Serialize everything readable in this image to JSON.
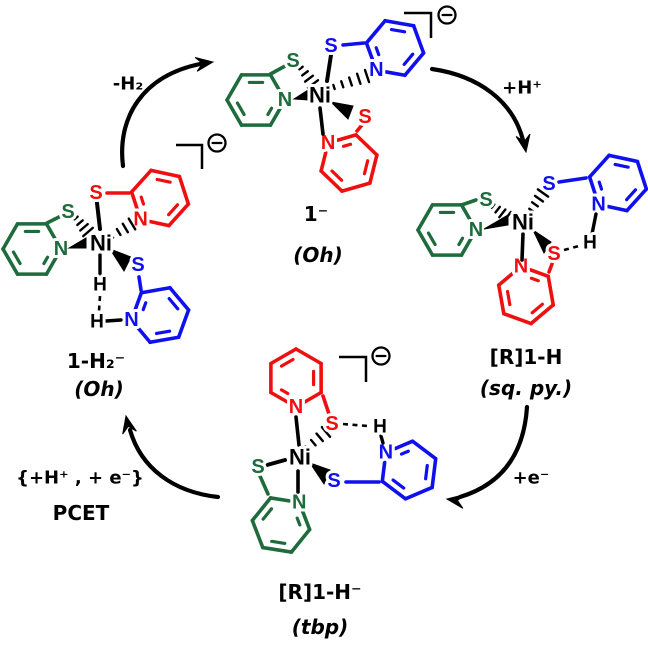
{
  "diagram_type": "catalytic-cycle",
  "colors": {
    "green": "#1E6B3C",
    "blue": "#1010EE",
    "red": "#EE1010",
    "black": "#000000",
    "background": "#FFFFFF"
  },
  "atoms": {
    "nickel": "Ni",
    "sulfur": "S",
    "nitrogen": "N",
    "hydrogen": "H"
  },
  "species": [
    {
      "id": "top",
      "name": "1⁻",
      "geometry": "(Oh)",
      "anion": true
    },
    {
      "id": "right",
      "name": "[R]1-H",
      "geometry": "(sq. py.)",
      "anion": false
    },
    {
      "id": "bottom",
      "name": "[R]1-H⁻",
      "geometry": "(tbp)",
      "anion": true
    },
    {
      "id": "left",
      "name": "1-H₂⁻",
      "geometry": "(Oh)",
      "anion": true
    }
  ],
  "steps": [
    {
      "id": "h2-release",
      "label": "-H₂"
    },
    {
      "id": "protonation",
      "label": "+H⁺"
    },
    {
      "id": "reduction",
      "label": "+e⁻"
    },
    {
      "id": "pcet",
      "label": "{+H⁺ , + e⁻}",
      "label2": "PCET"
    }
  ]
}
